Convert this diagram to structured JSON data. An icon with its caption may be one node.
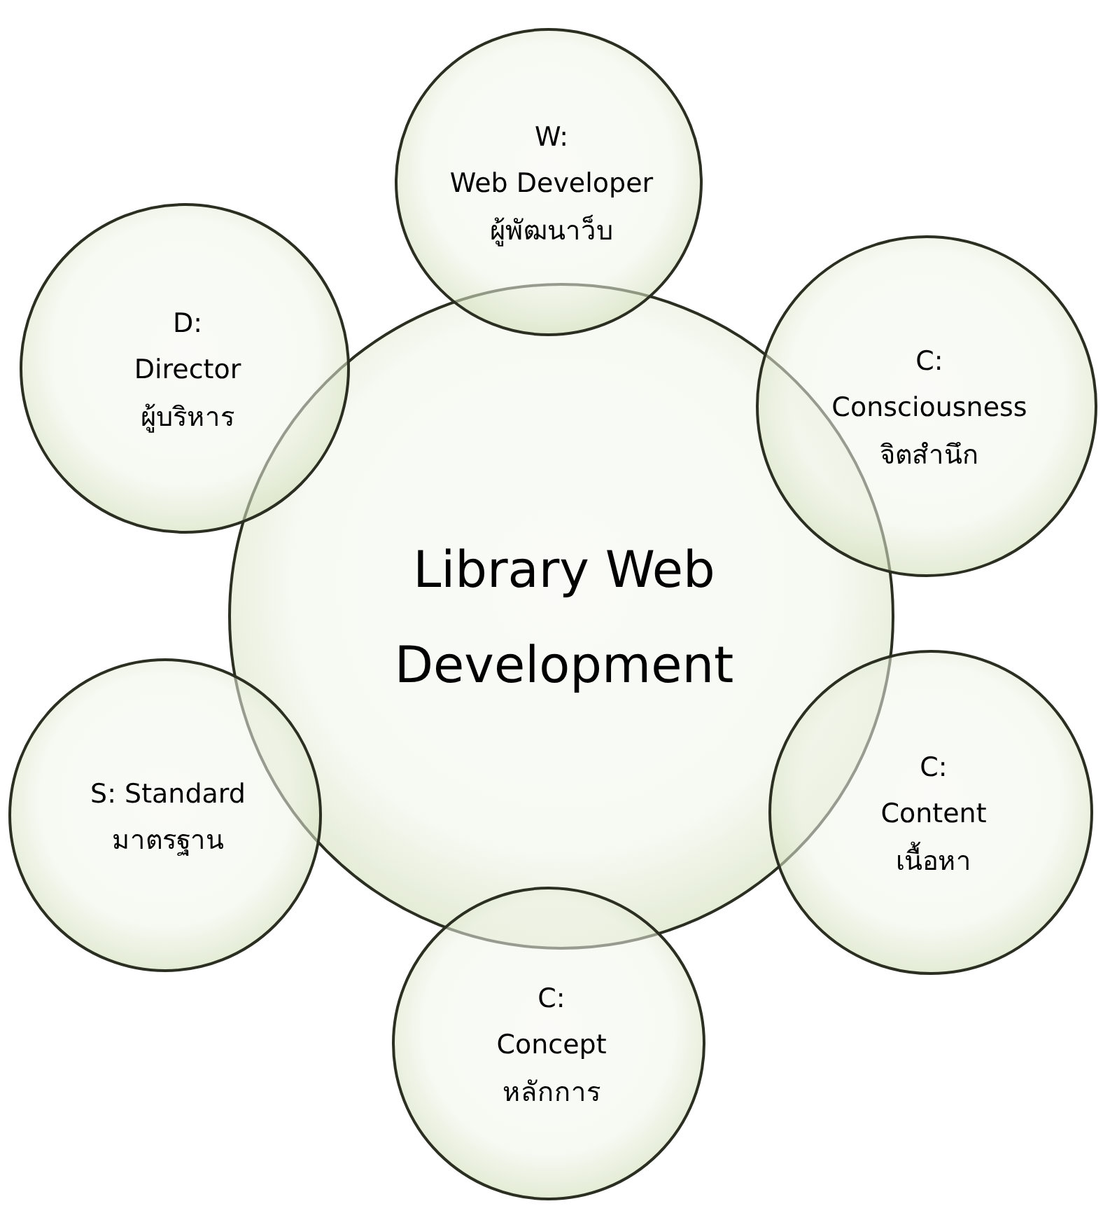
{
  "diagram": {
    "nodes": [
      {
        "text": [
          "Library Web Development"
        ]
      },
      {
        "text": [
          "W:",
          "Web Developer",
          "ผู้พัฒนาว็บ"
        ]
      },
      {
        "text": [
          "D:",
          "Director",
          "ผู้บริหาร"
        ]
      },
      {
        "text": [
          "C:",
          "Consciousness",
          "จิตสำนึก"
        ]
      },
      {
        "text": [
          "S: Standard",
          "มาตรฐาน"
        ]
      },
      {
        "text": [
          "C:",
          "Content",
          "เนื้อหา"
        ]
      },
      {
        "text": [
          "C:",
          "Concept",
          "หลักการ"
        ]
      }
    ],
    "edges": []
  }
}
